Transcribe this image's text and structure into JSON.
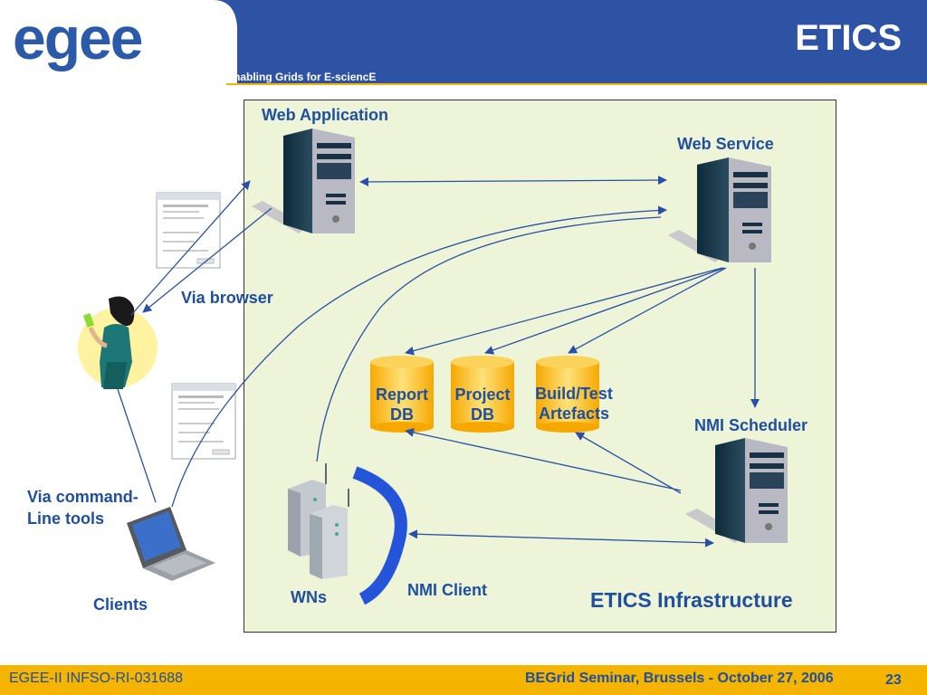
{
  "header": {
    "logo": "egee",
    "tagline": "Enabling Grids for E-sciencE",
    "title": "ETICS"
  },
  "diagram": {
    "web_application": "Web Application",
    "web_service": "Web Service",
    "via_browser": "Via browser",
    "via_command_line_1": "Via command-",
    "via_command_line_2": "Line tools",
    "clients": "Clients",
    "report_db_1": "Report",
    "report_db_2": "DB",
    "project_db_1": "Project",
    "project_db_2": "DB",
    "build_test_1": "Build/Test",
    "build_test_2": "Artefacts",
    "nmi_scheduler": "NMI Scheduler",
    "wns": "WNs",
    "nmi_client": "NMI Client",
    "infrastructure": "ETICS Infrastructure"
  },
  "footer": {
    "project_id": "EGEE-II INFSO-RI-031688",
    "event": "BEGrid Seminar, Brussels - October 27, 2006",
    "page": "23"
  },
  "colors": {
    "header_blue": "#2f53a4",
    "accent_yellow": "#f4b400",
    "label_blue": "#1f4fa0",
    "box_fill": "#eef4d7",
    "arrow_blue": "#2a4fa5"
  }
}
